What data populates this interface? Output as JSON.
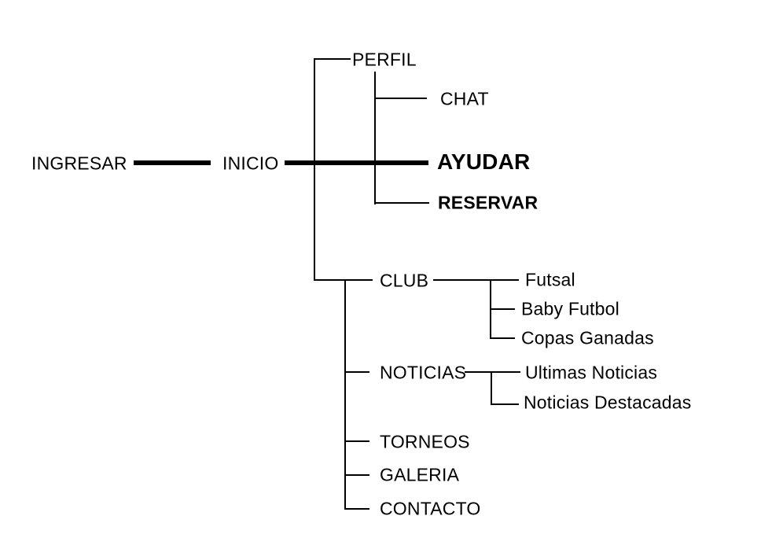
{
  "colors": {
    "background": "#ffffff",
    "line": "#000000",
    "text": "#000000"
  },
  "nodes": {
    "ingresar": "INGRESAR",
    "inicio": "INICIO",
    "perfil": "PERFIL",
    "chat": "CHAT",
    "ayudar": "AYUDAR",
    "reservar": "RESERVAR",
    "club": "CLUB",
    "futsal": "Futsal",
    "baby_futbol": "Baby Futbol",
    "copas_ganadas": "Copas Ganadas",
    "noticias": "NOTICIAS",
    "ultimas_noticias": "Ultimas Noticias",
    "noticias_destacadas": "Noticias Destacadas",
    "torneos": "TORNEOS",
    "galeria": "GALERIA",
    "contacto": "CONTACTO"
  },
  "edges": [
    [
      "ingresar",
      "inicio"
    ],
    [
      "inicio",
      "perfil"
    ],
    [
      "inicio",
      "ayudar"
    ],
    [
      "inicio",
      "club"
    ],
    [
      "inicio",
      "noticias"
    ],
    [
      "inicio",
      "torneos"
    ],
    [
      "inicio",
      "galeria"
    ],
    [
      "inicio",
      "contacto"
    ],
    [
      "perfil",
      "chat"
    ],
    [
      "perfil",
      "reservar"
    ],
    [
      "club",
      "futsal"
    ],
    [
      "club",
      "baby_futbol"
    ],
    [
      "club",
      "copas_ganadas"
    ],
    [
      "noticias",
      "ultimas_noticias"
    ],
    [
      "noticias",
      "noticias_destacadas"
    ]
  ],
  "thick_connectors": [
    [
      "ingresar",
      "inicio"
    ],
    [
      "inicio",
      "ayudar"
    ]
  ]
}
